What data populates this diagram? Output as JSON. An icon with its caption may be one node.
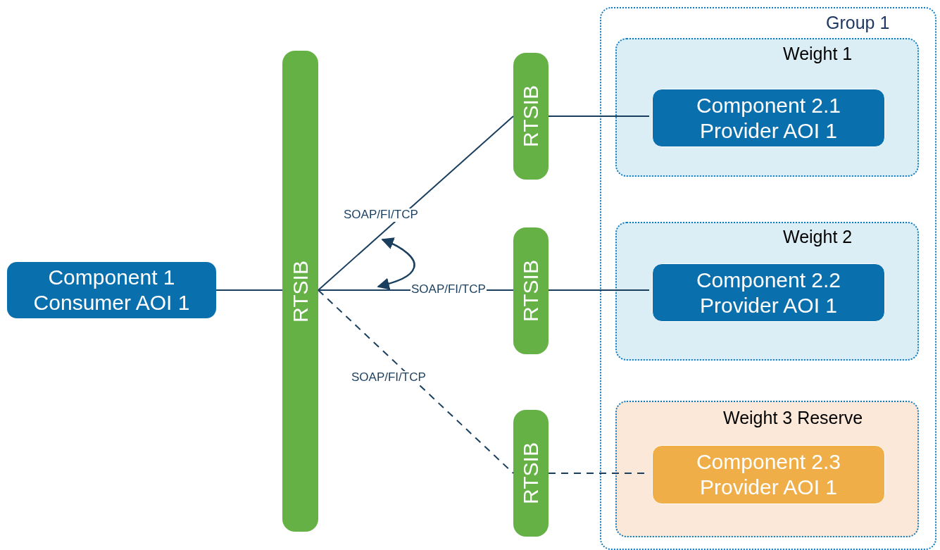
{
  "diagram": {
    "nodes": [
      {
        "text": [
          "Component 1 Consumer AOI 1"
        ]
      },
      {
        "text": [
          "RTSIB"
        ]
      },
      {
        "text": [
          "RTSIB"
        ]
      },
      {
        "text": [
          "RTSIB"
        ]
      },
      {
        "text": [
          "RTSIB"
        ]
      },
      {
        "text": [
          "Group 1"
        ]
      },
      {
        "text": [
          "Weight 1"
        ],
        "in": 5
      },
      {
        "text": [
          "Component 2.1 Provider AOI 1"
        ],
        "in": 6
      },
      {
        "text": [
          "Weight 2"
        ],
        "in": 5
      },
      {
        "text": [
          "Component 2.2 Provider AOI 1"
        ],
        "in": 8
      },
      {
        "text": [
          "Weight 3 Reserve"
        ],
        "in": 5
      },
      {
        "text": [
          "Component 2.3 Provider AOI 1"
        ],
        "in": 10
      }
    ],
    "edges": [
      {
        "from": 0,
        "to": 1,
        "arrow": "none"
      },
      {
        "from": 1,
        "to": 2,
        "arrow": "none",
        "label": "SOAP/FI/TCP"
      },
      {
        "from": 1,
        "to": 3,
        "arrow": "none",
        "label": "SOAP/FI/TCP"
      },
      {
        "from": 1,
        "to": 4,
        "arrow": "none",
        "label": "SOAP/FI/TCP",
        "style": "dashed"
      },
      {
        "from": 2,
        "to": 7,
        "arrow": "none"
      },
      {
        "from": 3,
        "to": 9,
        "arrow": "none"
      },
      {
        "from": 4,
        "to": 11,
        "arrow": "none",
        "style": "dashed"
      }
    ]
  }
}
